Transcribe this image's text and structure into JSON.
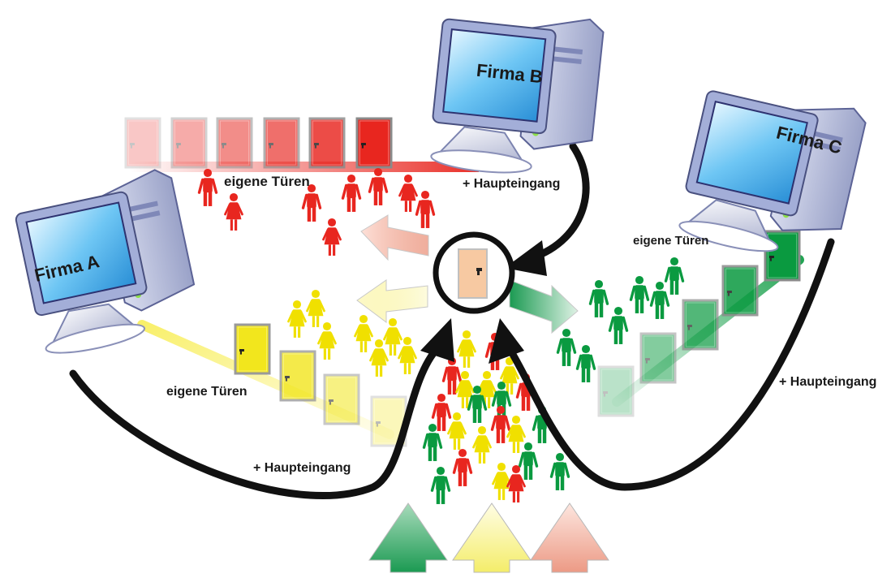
{
  "companies": {
    "a": {
      "name": "Firma A",
      "color": "#ffee00"
    },
    "b": {
      "name": "Firma B",
      "color": "#e8261f"
    },
    "c": {
      "name": "Firma C",
      "color": "#0a9a40"
    }
  },
  "labels": {
    "own_doors": "eigene Türen",
    "main_entrance": "+ Haupteingang"
  },
  "main_door": {
    "color": "#f7c9a2"
  },
  "crowd_colors": [
    "#e8261f",
    "#f0e000",
    "#0a9a40"
  ]
}
